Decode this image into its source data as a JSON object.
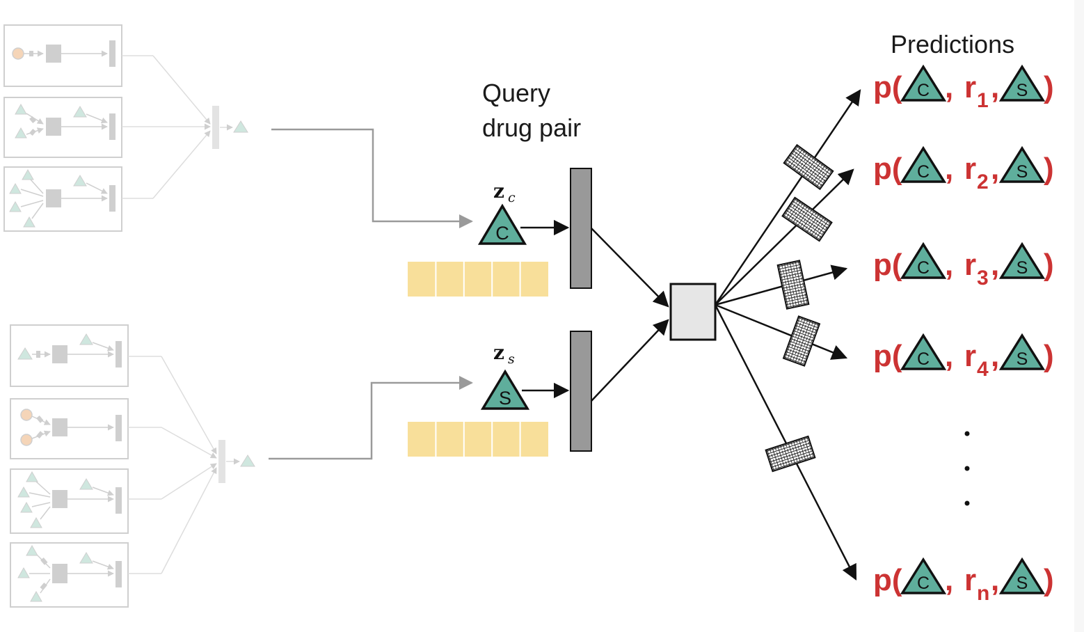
{
  "title": "Predictions",
  "query_label": {
    "line1": "Query",
    "line2": "drug pair"
  },
  "embeddings": {
    "c": {
      "symbol": "z",
      "subscript": "c",
      "letter": "C"
    },
    "s": {
      "symbol": "z",
      "subscript": "s",
      "letter": "S"
    }
  },
  "predictions": [
    {
      "prefix": "p(",
      "relation": "r",
      "sub": "1",
      "left": "C",
      "right": "S",
      "close": ")"
    },
    {
      "prefix": "p(",
      "relation": "r",
      "sub": "2",
      "left": "C",
      "right": "S",
      "close": ")"
    },
    {
      "prefix": "p(",
      "relation": "r",
      "sub": "3",
      "left": "C",
      "right": "S",
      "close": ")"
    },
    {
      "prefix": "p(",
      "relation": "r",
      "sub": "4",
      "left": "C",
      "right": "S",
      "close": ")"
    },
    {
      "prefix": "p(",
      "relation": "r",
      "sub": "n",
      "left": "C",
      "right": "S",
      "close": ")"
    }
  ],
  "colors": {
    "prediction_text": "#cc3333",
    "triangle_fill": "#5fae9c",
    "feature_cell": "#f8df9a",
    "layer_bar": "#999999",
    "decoder_box": "#e6e6e6",
    "faded_gray": "#cfcfcf",
    "faded_triangle": "#cfe7df",
    "faded_circle": "#f5d5b8"
  }
}
